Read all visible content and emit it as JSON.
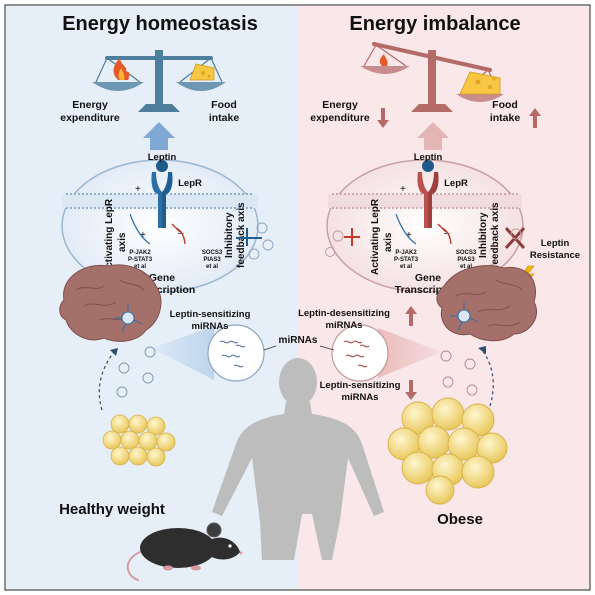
{
  "left": {
    "title": "Energy homeostasis",
    "energy_label_1": "Energy",
    "energy_label_2": "expenditure",
    "food_label_1": "Food",
    "food_label_2": "intake",
    "activating_1": "Activating LepR",
    "activating_2": "axis",
    "inhibitory_1": "Inhibitory",
    "inhibitory_2": "feedback axis",
    "pjak": "P-JAK2",
    "pstat": "P-STAT3",
    "etal": "et al",
    "socs": "SOCS3",
    "pias": "PIAS3",
    "etal2": "et al",
    "mirna_label_1": "Leptin-sensitizing",
    "mirna_label_2": "miRNAs",
    "weight_label": "Healthy weight"
  },
  "right": {
    "title": "Energy imbalance",
    "energy_label_1": "Energy",
    "energy_label_2": "expenditure",
    "food_label_1": "Food",
    "food_label_2": "intake",
    "activating_1": "Activating LepR",
    "activating_2": "axis",
    "inhibitory_1": "Inhibitory",
    "inhibitory_2": "feedback axis",
    "pjak": "P-JAK2",
    "pstat": "P-STAT3",
    "etal": "et al",
    "socs": "SOCS3",
    "pias": "PIAS3",
    "etal2": "et al",
    "resistance_1": "Leptin",
    "resistance_2": "Resistance",
    "desens_1": "Leptin-desensitizing",
    "desens_2": "miRNAs",
    "sens_1": "Leptin-sensitizing",
    "sens_2": "miRNAs",
    "weight_label": "Obese"
  },
  "shared": {
    "leptin": "Leptin",
    "lepr": "LepR",
    "gene_1": "Gene",
    "gene_2": "Transcription",
    "mirnas": "miRNAs"
  },
  "colors": {
    "left_bg": "#e6eef8",
    "right_bg": "#f9e7ea",
    "balance_blue": "#4d7e9e",
    "balance_red": "#b46a66",
    "arrow_blue": "#7fa9d4",
    "arrow_red": "#c98c8c",
    "brain": "#a5706a",
    "fat": "#f4dd8a",
    "body": "#bdbdbd"
  }
}
